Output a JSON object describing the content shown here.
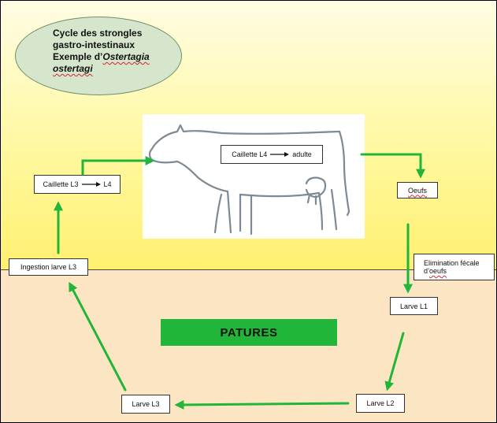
{
  "title": {
    "line1": "Cycle des strongles",
    "line2": "gastro-intestinaux",
    "line3_prefix": "Exemple d’",
    "line3_italic": "Ostertagia",
    "line4_italic": "ostertagi"
  },
  "nodes": {
    "caillette_l4": {
      "from": "Caillette L4",
      "to": "adulte"
    },
    "caillette_l3": {
      "from": "Caillette L3",
      "to": "L4"
    },
    "oeufs": "Oeufs",
    "elimination_line1": "Elimination fécale",
    "elimination_line2_prefix": "d’",
    "elimination_line2_word": "oeufs",
    "ingestion": "Ingestion larve L3",
    "larve_l1": "Larve L1",
    "larve_l2": "Larve L2",
    "larve_l3": "Larve L3"
  },
  "zone_label": "PATURES",
  "colors": {
    "arrow": "#21b53a",
    "patures": "#21b53a",
    "ellipse": "#d5e6cc",
    "pasture_bg": "#fbe5c2"
  },
  "icons": {
    "cow": "cow-sketch"
  }
}
